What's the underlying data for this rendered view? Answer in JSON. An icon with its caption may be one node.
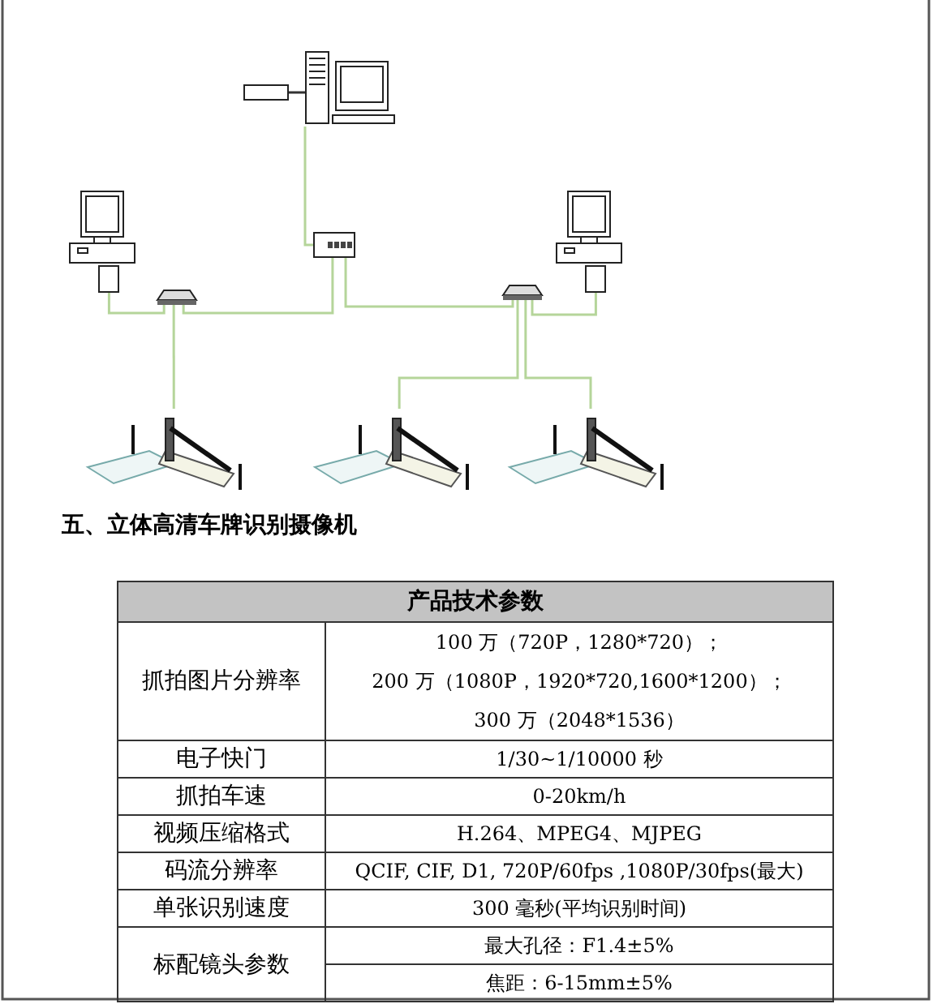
{
  "diagram": {
    "nodes": [
      {
        "text": [],
        "shape": "computer"
      },
      {
        "text": [],
        "shape": "box"
      },
      {
        "text": [],
        "shape": "router"
      },
      {
        "text": [],
        "shape": "computer"
      },
      {
        "text": [],
        "shape": "hub"
      },
      {
        "text": [],
        "shape": "computer"
      },
      {
        "text": [],
        "shape": "hub"
      },
      {
        "text": [],
        "shape": "camera"
      },
      {
        "text": [],
        "shape": "camera"
      },
      {
        "text": [],
        "shape": "camera"
      }
    ],
    "edges": [
      {
        "from": 1,
        "to": 0,
        "arrow": "none",
        "color": "#333333"
      },
      {
        "from": 0,
        "to": 2,
        "arrow": "none"
      },
      {
        "from": 2,
        "to": 4,
        "arrow": "none"
      },
      {
        "from": 2,
        "to": 6,
        "arrow": "none"
      },
      {
        "from": 3,
        "to": 4,
        "arrow": "none"
      },
      {
        "from": 5,
        "to": 6,
        "arrow": "none"
      },
      {
        "from": 4,
        "to": 7,
        "arrow": "none"
      },
      {
        "from": 6,
        "to": 8,
        "arrow": "none"
      },
      {
        "from": 6,
        "to": 9,
        "arrow": "none"
      }
    ],
    "labels": [
      "五、立体高清车牌识别摄像机",
      "产品技术参数",
      "抓拍图片分辨率",
      "100 万（720P，1280*720）；",
      "200 万（1080P，1920*720,1600*1200）；",
      "300 万（2048*1536）",
      "电子快门",
      "1/30~1/10000 秒",
      "抓拍车速",
      "0-20km/h",
      "视频压缩格式",
      "H.264、MPEG4、MJPEG",
      "码流分辨率",
      "QCIF, CIF, D1, 720P/60fps ,1080P/30fps(最大)",
      "单张识别速度",
      "300 毫秒(平均识别时间)",
      "标配镜头参数",
      "最大孔径：F1.4±5%",
      "焦距：6-15mm±5%"
    ]
  }
}
